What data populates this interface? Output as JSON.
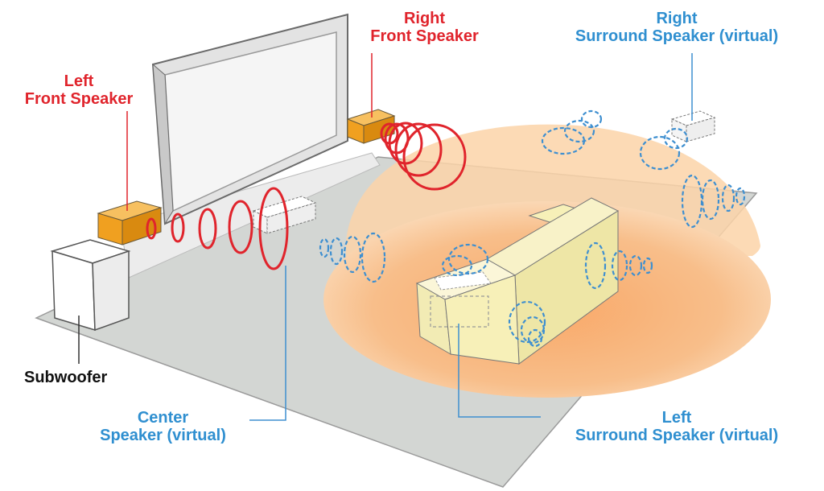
{
  "colors": {
    "front_speaker_waves": "#e0242c",
    "virtual_speaker_waves": "#3e8fd0",
    "listening_zone": "#f6b27a",
    "speaker_box": "#f0a020",
    "sofa": "#f7f0b8",
    "floor": "#d3d6d3"
  },
  "labels": {
    "left_front": {
      "line1": "Left",
      "line2": "Front Speaker"
    },
    "right_front": {
      "line1": "Right",
      "line2": "Front Speaker"
    },
    "right_surround": {
      "line1": "Right",
      "line2": "Surround Speaker (virtual)"
    },
    "subwoofer": "Subwoofer",
    "center": {
      "line1": "Center",
      "line2": "Speaker (virtual)"
    },
    "left_surround": {
      "line1": "Left",
      "line2": "Surround Speaker (virtual)"
    }
  }
}
